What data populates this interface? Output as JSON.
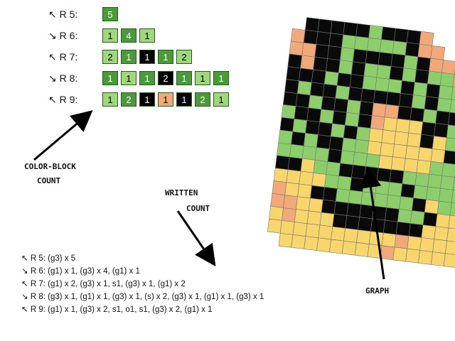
{
  "colors": {
    "g1": "#9fd87a",
    "g3": "#4a9a3a",
    "s": "#000000",
    "o": "#f3a877",
    "y": "#f8d66b",
    "w": "#ffffff"
  },
  "block_rows": [
    {
      "label": "↖ R 5:",
      "cells": [
        {
          "t": "5",
          "c": "g3"
        }
      ]
    },
    {
      "label": "↘ R 6:",
      "cells": [
        {
          "t": "1",
          "c": "g1"
        },
        {
          "t": "4",
          "c": "g3"
        },
        {
          "t": "1",
          "c": "g1"
        }
      ]
    },
    {
      "label": "↖ R 7:",
      "cells": [
        {
          "t": "2",
          "c": "g1"
        },
        {
          "t": "1",
          "c": "g3"
        },
        {
          "t": "1",
          "c": "s"
        },
        {
          "t": "1",
          "c": "g3"
        },
        {
          "t": "2",
          "c": "g1"
        }
      ]
    },
    {
      "label": "↘ R 8:",
      "cells": [
        {
          "t": "1",
          "c": "g3"
        },
        {
          "t": "1",
          "c": "g1"
        },
        {
          "t": "1",
          "c": "g3"
        },
        {
          "t": "2",
          "c": "s"
        },
        {
          "t": "1",
          "c": "g3"
        },
        {
          "t": "1",
          "c": "g1"
        },
        {
          "t": "1",
          "c": "g3"
        }
      ]
    },
    {
      "label": "↖ R 9:",
      "cells": [
        {
          "t": "1",
          "c": "g1"
        },
        {
          "t": "2",
          "c": "g3"
        },
        {
          "t": "1",
          "c": "s"
        },
        {
          "t": "1",
          "c": "o"
        },
        {
          "t": "1",
          "c": "s"
        },
        {
          "t": "2",
          "c": "g3"
        },
        {
          "t": "1",
          "c": "g1"
        }
      ]
    }
  ],
  "labels": {
    "color_block_1": "COLOR-BLOCK",
    "color_block_2": "COUNT",
    "written_1": "WRITTEN",
    "written_2": "COUNT",
    "graph": "GRAPH"
  },
  "written_lines": [
    "↖ R 5: (g3) x 5",
    "↘ R 6: (g1) x 1, (g3) x 4, (g1) x 1",
    "↖ R 7: (g1) x 2, (g3) x 1, s1, (g3) x 1, (g1) x 2",
    "↘ R 8: (g3) x 1, (g1) x 1, (g3) x 1, (s) x 2, (g3) x 1, (g1) x 1, (g3) x 1",
    "↖ R 9: (g1) x 1, (g3) x 2, s1, o1, s1, (g3) x 2, (g1) x 1"
  ],
  "graph_rows": [
    "wsssssgsssowwwwwww",
    "osssgggggsoowwwwww",
    "oossgssssgsooooggw",
    "sossgsggsgsggoogsg",
    "sssgssgggsgsggoggs",
    "sgssgsssssgsggooggs",
    "ssgssgsoossgsssogsg",
    "gssgsgsoyyyssggogsg",
    "sgssgsgyyyysyggsogs",
    "gsgssggyyyyyyssssgs",
    "ggggsgggyyyyggggsgs",
    "ssyggsssssggggggsgs",
    "yyyyggsgggsgggggsssy",
    "oyyssggggggsyggysssy",
    "ooyyssssssggsyyyyyyy",
    "yoyyysssssssyyyyyyyy",
    "yyyyyyyyyyoyyyyyyyyy",
    "wyyyyyyyyoyyyyyyyyyy"
  ],
  "graph_palette": {
    "g": "#8ccf6a",
    "s": "#0a0a0a",
    "o": "#f2a878",
    "y": "#f8d66b"
  }
}
